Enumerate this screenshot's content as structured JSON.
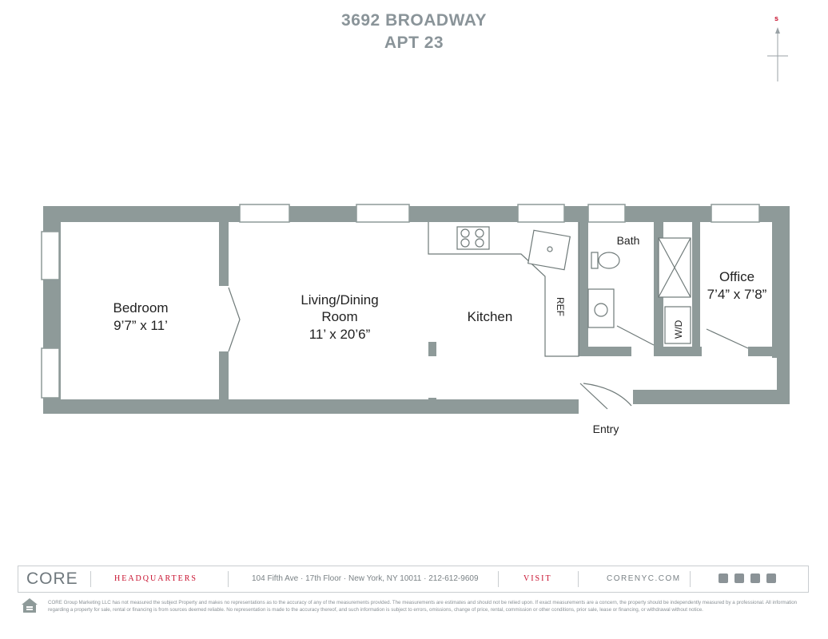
{
  "header": {
    "address": "3692 BROADWAY",
    "unit": "APT 23"
  },
  "compass": {
    "label": "s"
  },
  "rooms": {
    "bedroom": {
      "name": "Bedroom",
      "dims": "9’7” x 11’"
    },
    "living": {
      "name_line1": "Living/Dining",
      "name_line2": "Room",
      "dims": "11’ x 20’6”"
    },
    "kitchen": {
      "name": "Kitchen"
    },
    "ref": {
      "name": "REF"
    },
    "bath": {
      "name": "Bath"
    },
    "office": {
      "name": "Office",
      "dims": "7’4” x 7’8”"
    },
    "wd": {
      "name": "W/D"
    },
    "entry": {
      "name": "Entry"
    }
  },
  "colors": {
    "wall": "#8e9a99",
    "title": "#8a9499",
    "brand_red": "#c8102e"
  },
  "footer": {
    "logo": "CORE",
    "headquarters_label": "HEADQUARTERS",
    "address": "104 Fifth Ave · 17th Floor · New York, NY 10011 · 212-612-9609",
    "visit_label": "VISIT",
    "website": "CORENYC.COM",
    "social_icons": [
      "facebook-icon",
      "twitter-icon",
      "instagram-icon",
      "youtube-icon"
    ],
    "disclaimer": "CORE Group Marketing LLC has not measured the subject Property and makes no representations as to the accuracy of any of the measurements provided. The measurements are estimates and should not be relied upon. If exact measurements are a concern, the property should be independently measured by a professional. All information regarding a property for sale, rental or financing is from sources deemed reliable. No representation is made to the accuracy thereof, and such information is subject to errors, omissions, change of price, rental, commission or other conditions, prior sale, lease or financing, or withdrawal without notice."
  }
}
